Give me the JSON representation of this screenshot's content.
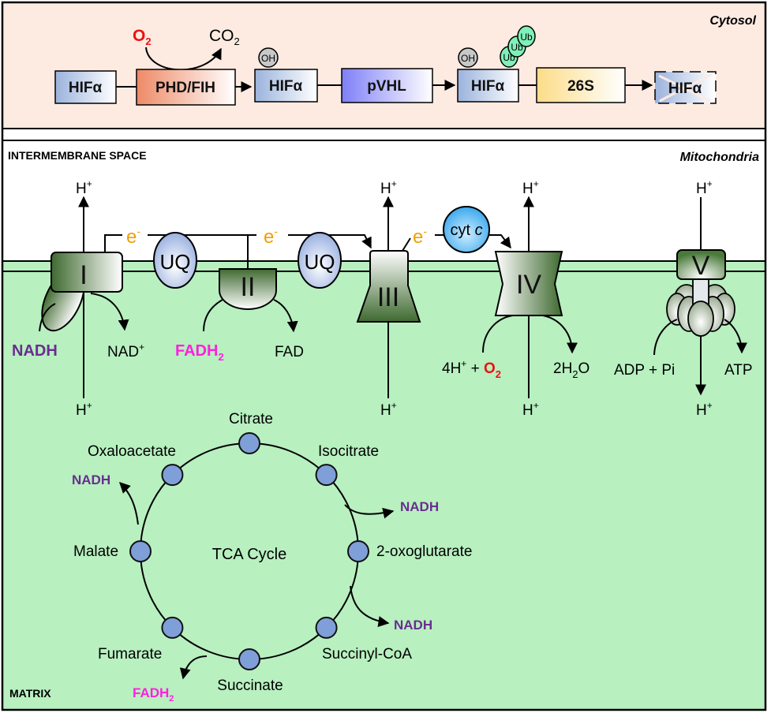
{
  "cytosol": {
    "region_label": "Cytosol",
    "o2": "O",
    "o2_sub": "2",
    "co2": "CO",
    "co2_sub": "2",
    "boxes": [
      "HIFα",
      "PHD/FIH",
      "HIFα",
      "pVHL",
      "HIFα",
      "26S",
      "HIFα"
    ],
    "oh": "OH",
    "ub": "Ub"
  },
  "mito": {
    "ims_label": "INTERMEMBRANE SPACE",
    "region_label": "Mitochondria",
    "matrix_label": "MATRIX",
    "hplus": "H",
    "plus": "+",
    "e": "e",
    "minus": "-",
    "uq": "UQ",
    "cytc": "cyt ",
    "cytc_italic": "c",
    "complexes": [
      "I",
      "II",
      "III",
      "IV",
      "V"
    ],
    "nadh": "NADH",
    "nadplus": "NAD",
    "fadh": "FADH",
    "fadh_sub": "2",
    "fad": "FAD",
    "four_h": "4H",
    "plus_sign": " + ",
    "o2": "O",
    "o2_sub": "2",
    "water": "2H",
    "water_sub": "2",
    "water_o": "O",
    "adp": "ADP + Pi",
    "atp": "ATP"
  },
  "tca": {
    "title": "TCA Cycle",
    "metabolites": [
      "Citrate",
      "Isocitrate",
      "2-oxoglutarate",
      "Succinyl-CoA",
      "Succinate",
      "Fumarate",
      "Malate",
      "Oxaloacetate"
    ],
    "nadh": "NADH",
    "fadh": "FADH",
    "fadh_sub": "2"
  },
  "colors": {
    "cytosol_bg": "#fdebe1",
    "matrix_bg": "#b8f0c0",
    "nadh": "#6a2d91",
    "fadh2": "#ff20e0",
    "oxygen": "#ee1111",
    "electron": "#f0a000",
    "tca_node": "#7f9fd8",
    "ubiquitin": "#7ff0b8"
  }
}
